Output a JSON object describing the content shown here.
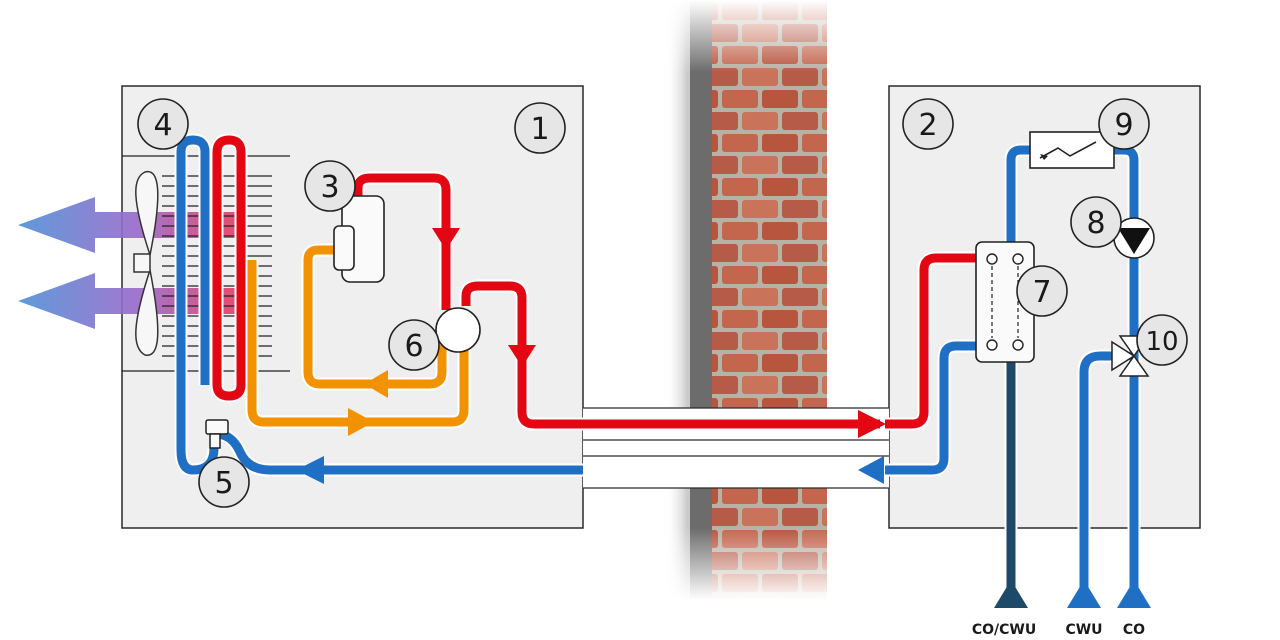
{
  "labels": {
    "unit1": "1",
    "unit2": "2",
    "compressor": "3",
    "evaporator": "4",
    "expansion_valve": "5",
    "four_way_valve": "6",
    "plate_exchanger": "7",
    "pump": "8",
    "heater": "9",
    "three_way_valve": "10"
  },
  "outlets": {
    "co_cwu": "CO/CWU",
    "cwu": "CWU",
    "co": "CO"
  },
  "colors": {
    "hot": "#e30613",
    "warm": "#f39200",
    "cold": "#1f6fc5",
    "dark_pipe": "#1e4a6a",
    "box_fill": "#efefef",
    "label_circle": "#e6e6e6"
  }
}
